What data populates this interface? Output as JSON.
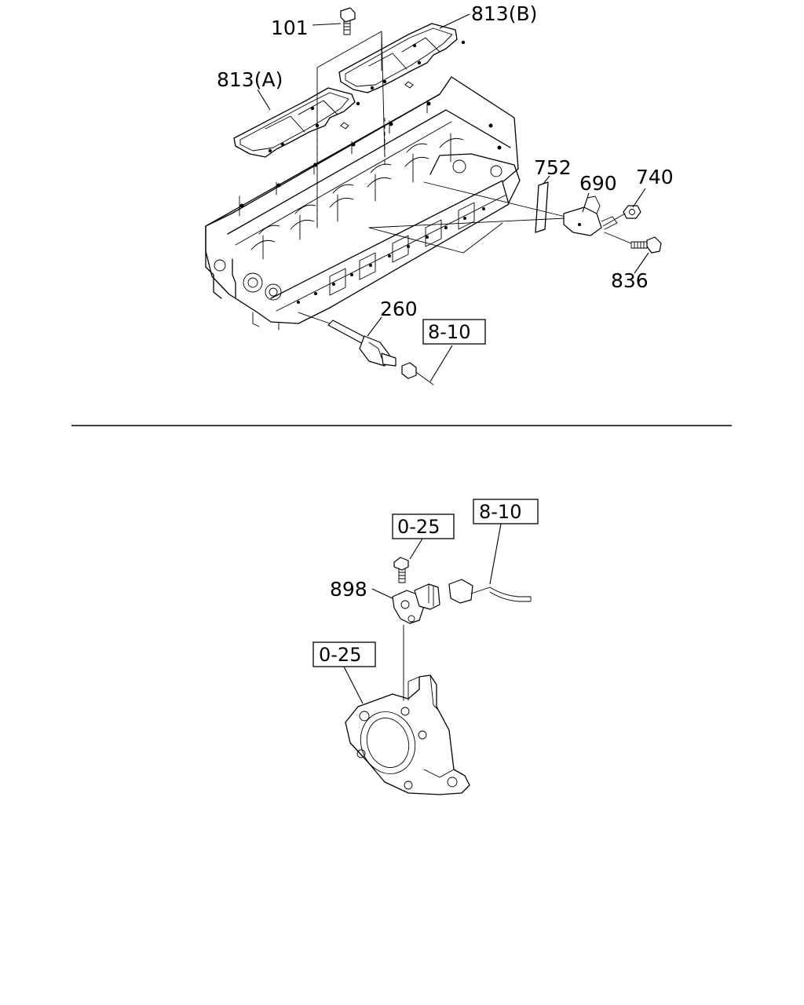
{
  "callouts": {
    "p101": "101",
    "p813b": "813(B)",
    "p813a": "813(A)",
    "p752": "752",
    "p690": "690",
    "p740": "740",
    "p836": "836",
    "p260": "260",
    "p898": "898"
  },
  "references": {
    "ref_8_10_top": "8-10",
    "ref_0_25_upper": "0-25",
    "ref_8_10_bottom": "8-10",
    "ref_0_25_lower": "0-25"
  }
}
